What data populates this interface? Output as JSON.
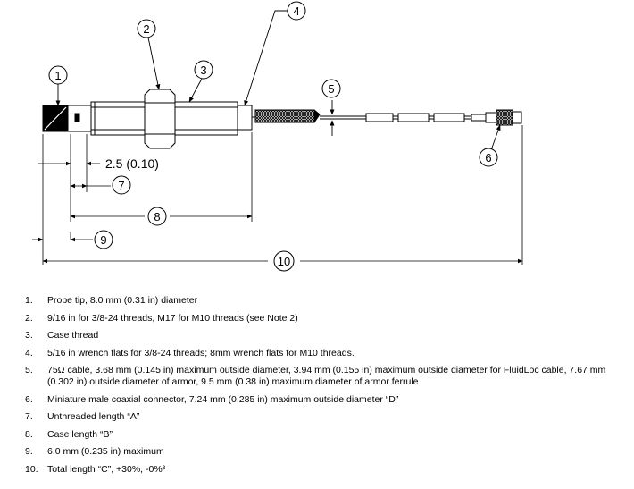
{
  "diagram": {
    "callouts": [
      "1",
      "2",
      "3",
      "4",
      "5",
      "6",
      "7",
      "8",
      "9",
      "10"
    ],
    "dimension_label": "2.5 (0.10)"
  },
  "notes": [
    {
      "num": "1.",
      "text": "Probe tip, 8.0 mm (0.31 in) diameter"
    },
    {
      "num": "2.",
      "text": "9/16 in for 3/8-24 threads, M17 for M10 threads (see Note 2)"
    },
    {
      "num": "3.",
      "text": "Case thread"
    },
    {
      "num": "4.",
      "text": "5/16 in wrench flats for 3/8-24 threads; 8mm wrench flats for M10 threads."
    },
    {
      "num": "5.",
      "text": "75Ω cable, 3.68 mm (0.145 in) maximum outside diameter, 3.94 mm (0.155 in) maximum outside diameter for FluidLoc cable, 7.67 mm (0.302 in) outside diameter of armor, 9.5 mm (0.38 in) maximum diameter of armor ferrule"
    },
    {
      "num": "6.",
      "text": "Miniature male coaxial connector, 7.24 mm (0.285 in) maximum outside diameter “D”"
    },
    {
      "num": "7.",
      "text": "Unthreaded length “A”"
    },
    {
      "num": "8.",
      "text": "Case length “B”"
    },
    {
      "num": "9.",
      "text": "6.0 mm (0.235 in) maximum"
    },
    {
      "num": "10.",
      "text": "Total length “C”, +30%, -0%³"
    }
  ]
}
